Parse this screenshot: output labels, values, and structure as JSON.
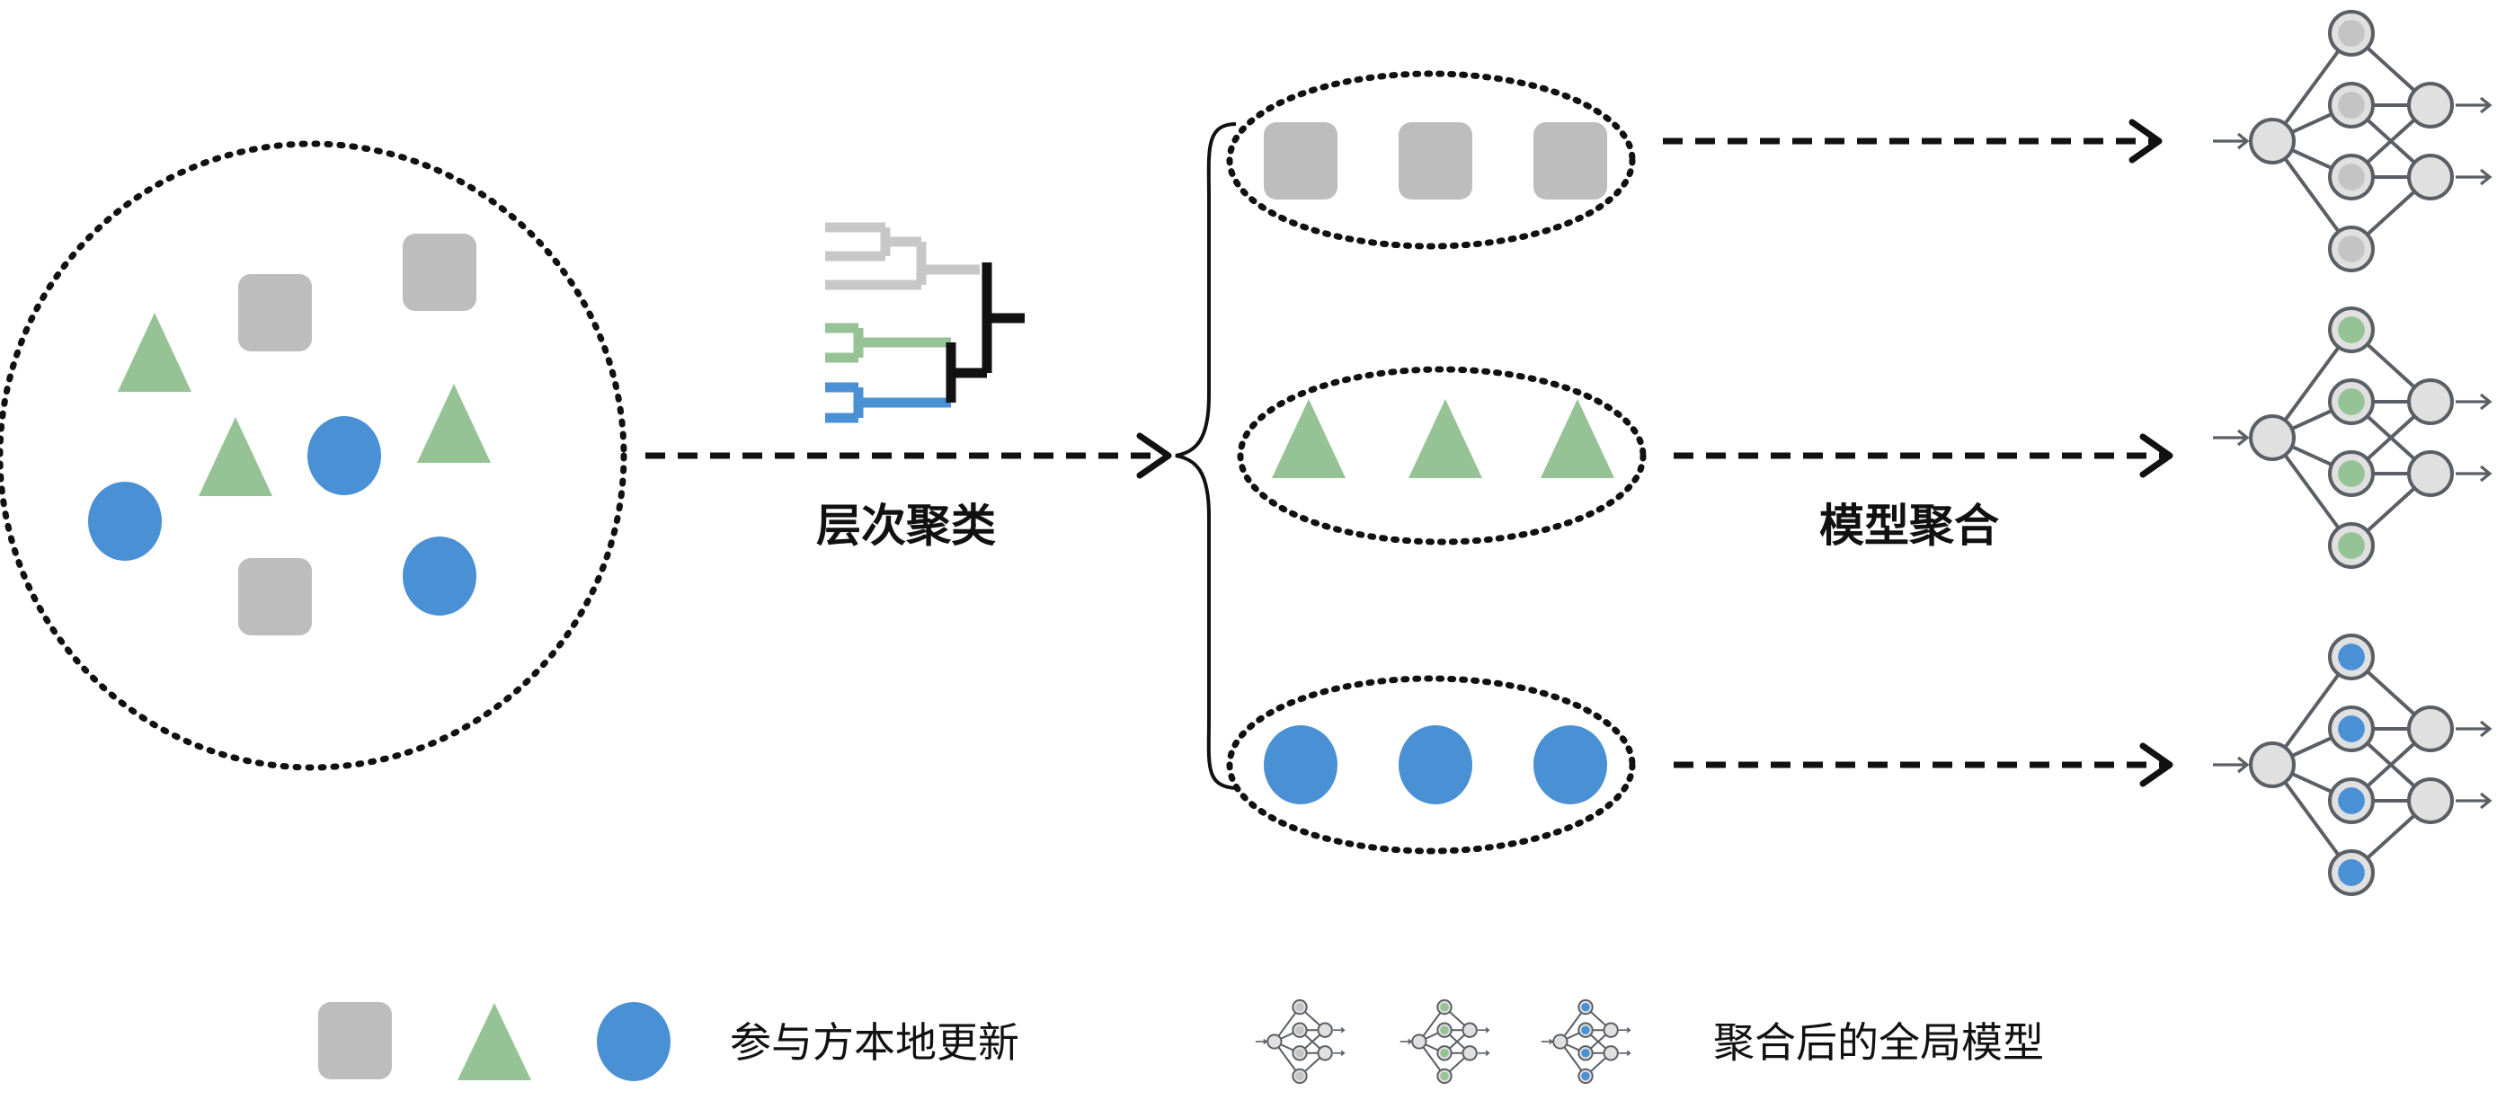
{
  "labels": {
    "clustering": "层次聚类",
    "aggregation": "模型聚合",
    "legend_local": "参与方本地更新",
    "legend_global": "聚合后的全局模型"
  },
  "colors": {
    "gray": "#bdbdbd",
    "green": "#96c396",
    "blue": "#4a90d4",
    "node_fill": "#e0e0e0",
    "net_stroke": "#5a5f66",
    "dash": "#111111"
  },
  "clusters": [
    {
      "shape": "square",
      "color": "gray"
    },
    {
      "shape": "triangle",
      "color": "green"
    },
    {
      "shape": "circle",
      "color": "blue"
    }
  ],
  "participants": [
    {
      "shape": "square",
      "color": "gray"
    },
    {
      "shape": "square",
      "color": "gray"
    },
    {
      "shape": "square",
      "color": "gray"
    },
    {
      "shape": "triangle",
      "color": "green"
    },
    {
      "shape": "triangle",
      "color": "green"
    },
    {
      "shape": "triangle",
      "color": "green"
    },
    {
      "shape": "circle",
      "color": "blue"
    },
    {
      "shape": "circle",
      "color": "blue"
    },
    {
      "shape": "circle",
      "color": "blue"
    }
  ],
  "icons": {
    "dendrogram": "dendrogram-icon",
    "network": "neural-network-icon",
    "brace": "curly-brace"
  }
}
